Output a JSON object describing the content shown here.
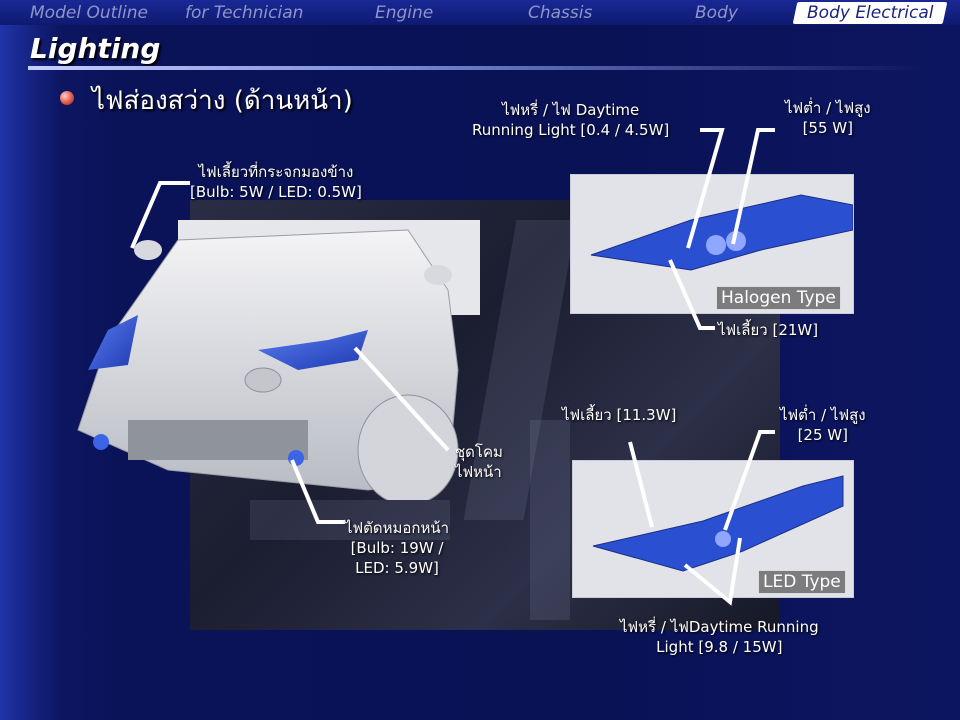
{
  "nav": {
    "items": [
      {
        "label": "Model Outline",
        "active": false
      },
      {
        "label": "for Technician",
        "active": false
      },
      {
        "label": "Engine",
        "active": false
      },
      {
        "label": "Chassis",
        "active": false
      },
      {
        "label": "Body",
        "active": false
      },
      {
        "label": "Body Electrical",
        "active": true
      }
    ]
  },
  "section_title": "Lighting",
  "bullet": "ไฟส่องสว่าง (ด้านหน้า)",
  "callouts": {
    "mirror_turn": {
      "line1": "ไฟเลี้ยวที่กระจกมองข้าง",
      "line2": "[Bulb: 5W / LED: 0.5W]"
    },
    "headlamp_assembly": {
      "line1": "ชุดโคม",
      "line2": "ไฟหน้า"
    },
    "fog_lamp": {
      "line1": "ไฟตัดหมอกหน้า",
      "line2": "[Bulb: 19W /",
      "line3": "LED: 5.9W]"
    },
    "halogen_drl": {
      "line1": "ไฟหรี่ / ไฟ Daytime",
      "line2": "Running Light [0.4 / 4.5W]"
    },
    "halogen_beam": {
      "line1": "ไฟต่ำ / ไฟสูง",
      "line2": "[55 W]"
    },
    "halogen_turn": {
      "line1": "ไฟเลี้ยว [21W]"
    },
    "led_turn": {
      "line1": "ไฟเลี้ยว [11.3W]"
    },
    "led_beam": {
      "line1": "ไฟต่ำ / ไฟสูง",
      "line2": "[25 W]"
    },
    "led_drl": {
      "line1": "ไฟหรี่ / ไฟDaytime Running",
      "line2": "Light [9.8 / 15W]"
    }
  },
  "labels": {
    "halogen_type": "Halogen Type",
    "led_type": "LED Type"
  },
  "colors": {
    "background": "#0b1450",
    "accent_blue": "#2a4fd0",
    "active_tab": "#ffffff",
    "text": "#ffffff"
  }
}
